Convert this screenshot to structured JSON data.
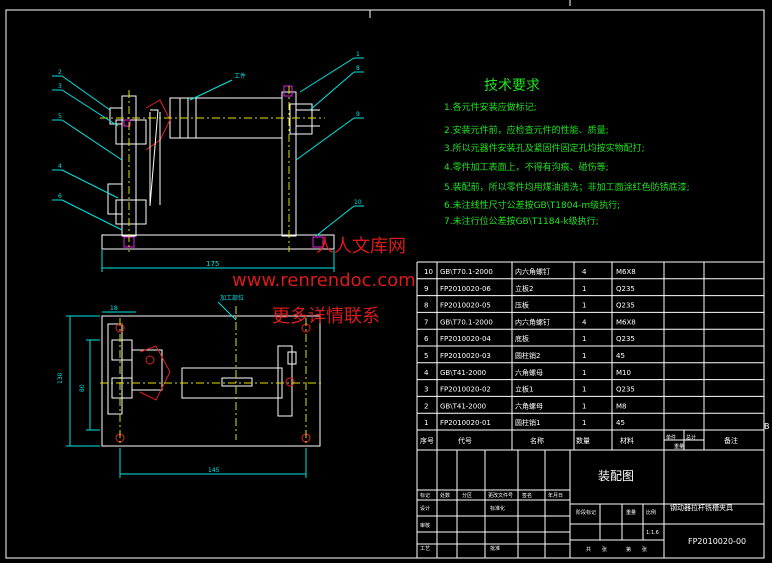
{
  "tech": {
    "title": "技术要求",
    "lines": [
      "1.各元件安装应做标记;",
      "2.安装元件前，应检查元件的性能、质量;",
      "3.所以元器件安装孔及紧固件固定孔均按实物配打;",
      "4.零件加工表面上，不得有沟痕、碰伤等;",
      "5.装配前，所以零件均用煤油清洗；非加工面涂红色防锈底漆;",
      "6.未注线性尺寸公差按GB\\T1804-m级执行;",
      "7.未注行位公差按GB\\T1184-k级执行;"
    ]
  },
  "callouts": {
    "top_left": [
      "2",
      "3",
      "5",
      "4",
      "6"
    ],
    "top_right": [
      "1",
      "8",
      "9",
      "10"
    ],
    "workpiece": "工件",
    "workpiece2": "加工部位"
  },
  "dims": {
    "d175": "175",
    "d145": "145",
    "d18": "18",
    "d130": "130",
    "d80": "80"
  },
  "bom": [
    {
      "no": "10",
      "code": "GB\\T70.1-2000",
      "name": "内六角螺钉",
      "qty": "4",
      "mat": "M6X8"
    },
    {
      "no": "9",
      "code": "FP2010020-06",
      "name": "立板2",
      "qty": "1",
      "mat": "Q235"
    },
    {
      "no": "8",
      "code": "FP2010020-05",
      "name": "压板",
      "qty": "1",
      "mat": "Q235"
    },
    {
      "no": "7",
      "code": "GB\\T70.1-2000",
      "name": "内六角螺钉",
      "qty": "4",
      "mat": "M6X8"
    },
    {
      "no": "6",
      "code": "FP2010020-04",
      "name": "底板",
      "qty": "1",
      "mat": "Q235"
    },
    {
      "no": "5",
      "code": "FP2010020-03",
      "name": "圆柱销2",
      "qty": "1",
      "mat": "45"
    },
    {
      "no": "4",
      "code": "GB\\T41-2000",
      "name": "六角螺母",
      "qty": "1",
      "mat": "M10"
    },
    {
      "no": "3",
      "code": "FP2010020-02",
      "name": "立板1",
      "qty": "1",
      "mat": "Q235"
    },
    {
      "no": "2",
      "code": "GB\\T41-2000",
      "name": "六角螺母",
      "qty": "1",
      "mat": "M8"
    },
    {
      "no": "1",
      "code": "FP2010020-01",
      "name": "圆柱销1",
      "qty": "1",
      "mat": "45"
    }
  ],
  "bom_header": {
    "no": "序号",
    "code": "代号",
    "name": "名称",
    "qty": "数量",
    "mat": "材料",
    "unit": "单件",
    "total": "总计",
    "weight": "重量",
    "note": "备注"
  },
  "title_block": {
    "drawing_title": "装配图",
    "part_name": "钢动器拉杆铣槽夹具",
    "drawing_no": "FP2010020-00",
    "scale": "1:1.6",
    "labels": [
      "标记",
      "处数",
      "分区",
      "更改文件号",
      "签名",
      "年月日",
      "设计",
      "标准化",
      "审核",
      "工艺",
      "批准",
      "阶段标记",
      "重量",
      "比例",
      "共",
      "张",
      "第",
      "张"
    ],
    "stamp": "B"
  },
  "watermark": {
    "line1": "人人文库网",
    "line2": "www.renrendoc.com",
    "line3": "更多详情联系"
  }
}
